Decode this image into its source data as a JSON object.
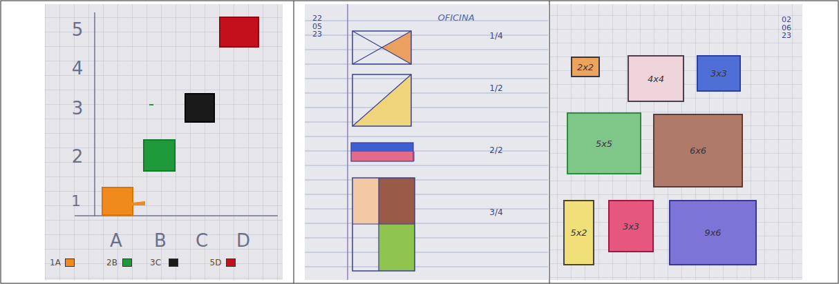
{
  "diagram": {
    "nodes": [
      {
        "text": [
          "2x2"
        ]
      },
      {
        "text": [
          "4x4"
        ]
      },
      {
        "text": [
          "3x3"
        ]
      },
      {
        "text": [
          "5x5"
        ]
      },
      {
        "text": [
          "6x6"
        ]
      },
      {
        "text": [
          "5x2"
        ]
      },
      {
        "text": [
          "3x3"
        ]
      },
      {
        "text": [
          "9x6"
        ]
      }
    ],
    "labels": [
      "5",
      "4",
      "3",
      "2",
      "1",
      "A",
      "B",
      "C",
      "D",
      "22 05 23",
      "OFICINA",
      "1/4",
      "1/2",
      "2/2",
      "3/4",
      "02 06 23"
    ],
    "legend": [
      {
        "text": "1A",
        "color": "#f08a1c"
      },
      {
        "text": "2B",
        "color": "#1f9a3a"
      },
      {
        "text": "3C",
        "color": "#1a1a1a"
      },
      {
        "text": "5D",
        "color": "#c4101c"
      }
    ]
  }
}
